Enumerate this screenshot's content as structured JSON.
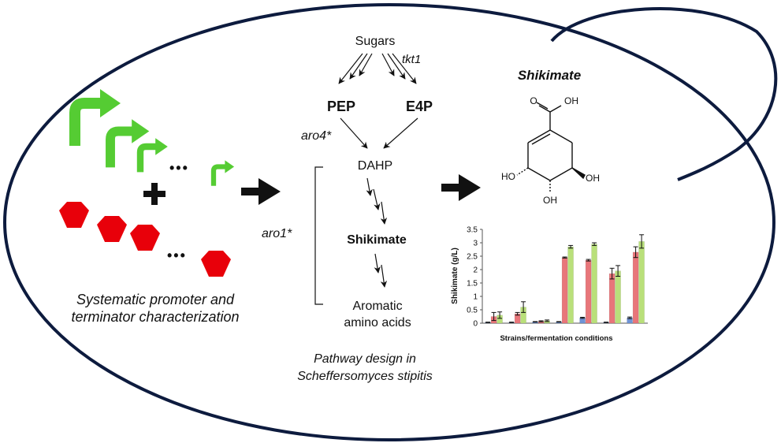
{
  "left": {
    "caption_line1": "Systematic promoter and",
    "caption_line2": "terminator characterization",
    "dots_top": "•••",
    "dots_bottom": "•••"
  },
  "pathway": {
    "sugars": "Sugars",
    "tkt1": "tkt1",
    "pep": "PEP",
    "e4p": "E4P",
    "aro4": "aro4*",
    "dahp": "DAHP",
    "aro1": "aro1*",
    "shikimate": "Shikimate",
    "aromatic_line1": "Aromatic",
    "aromatic_line2": "amino acids",
    "caption_line1": "Pathway design in",
    "caption_line2": "Scheffersomyces stipitis"
  },
  "molecule": {
    "title": "Shikimate",
    "o_label": "O",
    "oh_top": "OH",
    "ho_left": "HO",
    "oh_right": "OH",
    "oh_bottom": "OH"
  },
  "colors": {
    "green": "#55cc33",
    "red": "#e8000a",
    "cell_outline": "#0d1b3e",
    "bar_blue": "#6f93d6",
    "bar_red": "#e8767a",
    "bar_green": "#b9e07a"
  },
  "chart_data": {
    "type": "bar",
    "ylabel": "Shikimate (g/L)",
    "xlabel": "Strains/fermentation conditions",
    "ylim": [
      0,
      3.5
    ],
    "yticks": [
      "0",
      "0.5",
      "1",
      "1.5",
      "2",
      "2.5",
      "3",
      "3.5"
    ],
    "groups": 7,
    "series": [
      {
        "color_key": "bar_blue",
        "values": [
          0.03,
          0.03,
          0.05,
          0.05,
          0.2,
          0.03,
          0.2
        ]
      },
      {
        "color_key": "bar_red",
        "values": [
          0.25,
          0.35,
          0.07,
          2.45,
          2.35,
          1.85,
          2.65
        ]
      },
      {
        "color_key": "bar_green",
        "values": [
          0.3,
          0.6,
          0.09,
          2.85,
          2.95,
          1.95,
          3.05
        ]
      }
    ],
    "errors": [
      [
        0.01,
        0.01,
        0.01,
        0.01,
        0.02,
        0.01,
        0.03
      ],
      [
        0.15,
        0.05,
        0.02,
        0.02,
        0.03,
        0.2,
        0.2
      ],
      [
        0.12,
        0.2,
        0.03,
        0.05,
        0.05,
        0.2,
        0.25
      ]
    ]
  }
}
